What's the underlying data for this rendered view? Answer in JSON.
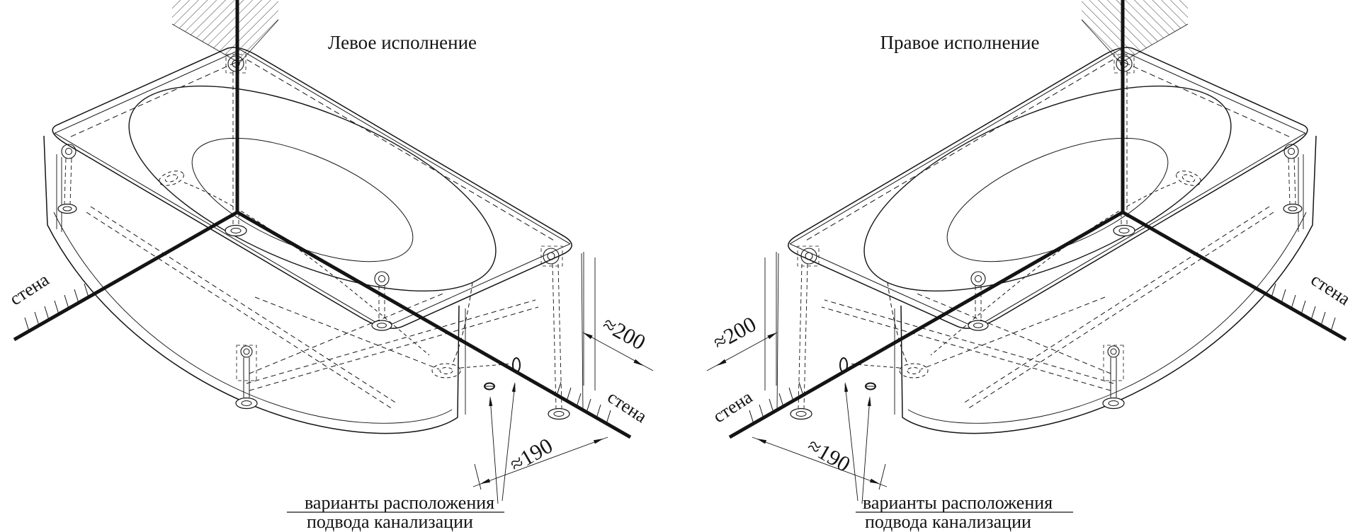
{
  "figure": {
    "type": "technical-drawing",
    "subject": "corner bathtub installation, isometric views",
    "background_color": "#ffffff",
    "line_color": "#141414",
    "panels": {
      "left": {
        "title": "Левое исполнение",
        "wall_label_left": "стена",
        "wall_label_bottom": "стена",
        "dim_wall_gap": "≈200",
        "dim_drain_offset": "≈190",
        "callout_line1": "варианты расположения",
        "callout_line2": "подвода канализации"
      },
      "right": {
        "title": "Правое исполнение",
        "wall_label_right": "стена",
        "wall_label_bottom": "стена",
        "dim_wall_gap": "≈200",
        "dim_drain_offset": "≈190",
        "callout_line1": "варианты расположения",
        "callout_line2": "подвода канализации"
      }
    }
  }
}
